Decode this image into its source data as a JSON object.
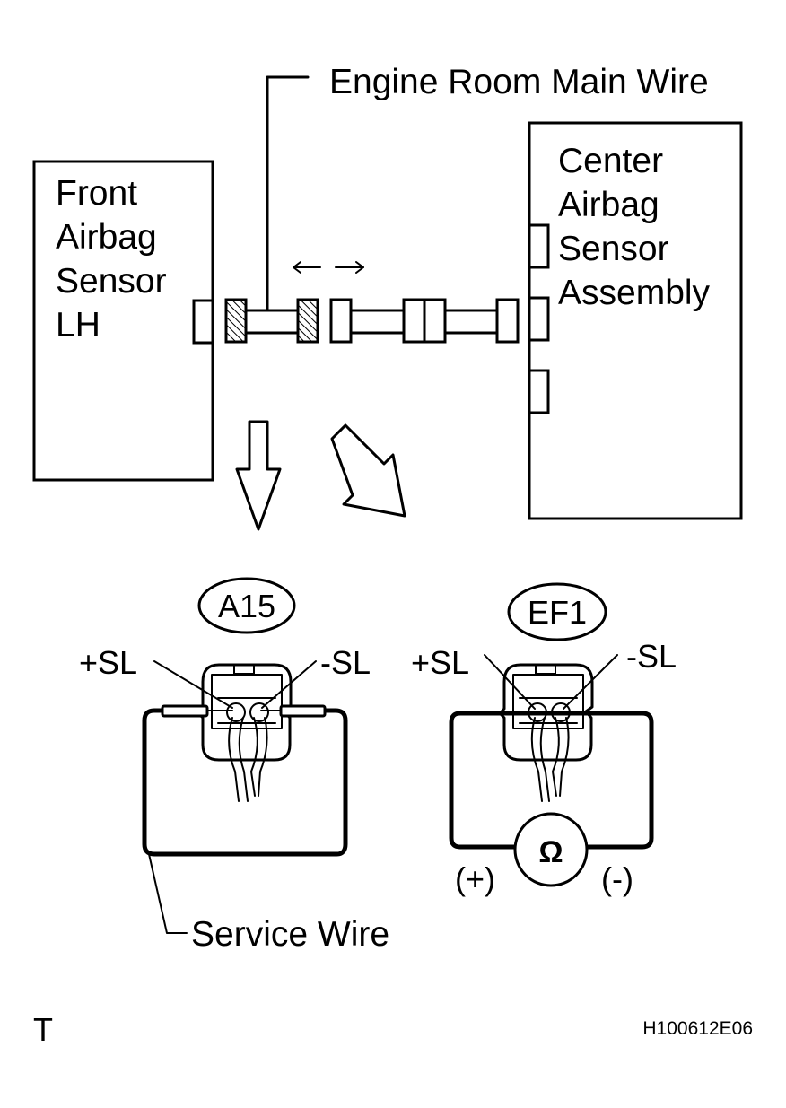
{
  "labels": {
    "engine_room_main_wire": "Engine Room Main Wire",
    "front_sensor": [
      "Front",
      "Airbag",
      "Sensor",
      "LH"
    ],
    "center_sensor": [
      "Center",
      "Airbag",
      "Sensor",
      "Assembly"
    ],
    "service_wire": "Service Wire"
  },
  "connectors": {
    "a15": {
      "id": "A15",
      "pin_pos": "+SL",
      "pin_neg": "-SL"
    },
    "ef1": {
      "id": "EF1",
      "pin_pos": "+SL",
      "pin_neg": "-SL"
    }
  },
  "meter": {
    "symbol": "Ω",
    "pos": "(+)",
    "neg": "(-)"
  },
  "footer": {
    "letter": "T",
    "code": "H100612E06"
  },
  "colors": {
    "line": "#000000",
    "background": "#ffffff"
  }
}
